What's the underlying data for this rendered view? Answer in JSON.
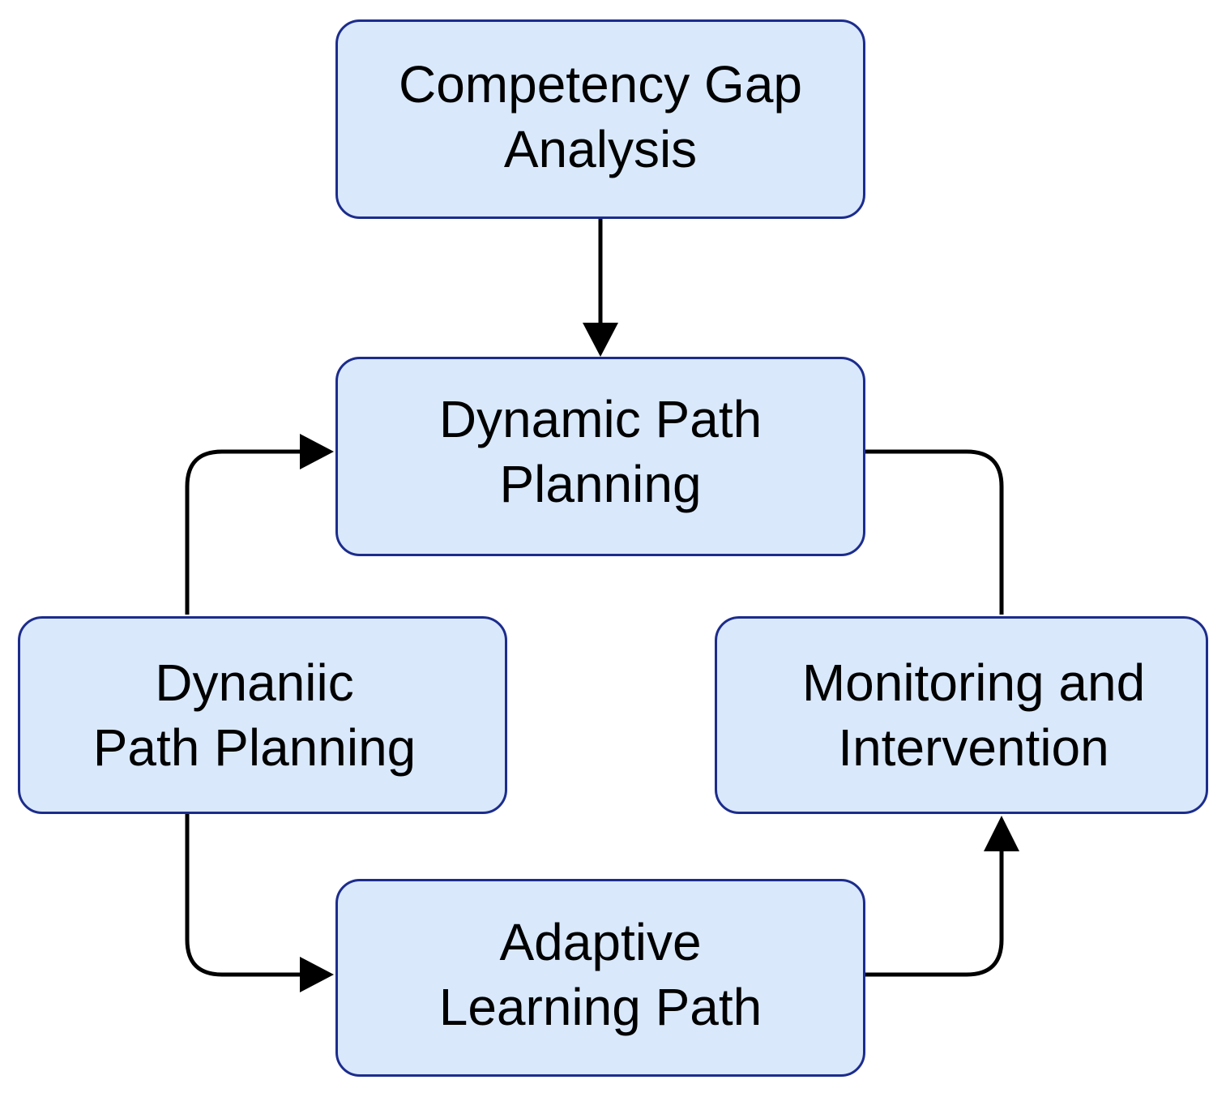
{
  "diagram": {
    "nodes": {
      "gap": {
        "label": "Competency Gap\nAnalysis"
      },
      "dpp": {
        "label": "Dynamic Path\nPlanning"
      },
      "left": {
        "label": "Dynaniic\nPath Planning"
      },
      "right": {
        "label": "Monitoring and\nIntervention"
      },
      "alp": {
        "label": "Adaptive\nLearning Path"
      }
    },
    "colors": {
      "node_fill": "#d9e8fb",
      "node_border": "#1c2c8c",
      "connector": "#000000"
    }
  }
}
